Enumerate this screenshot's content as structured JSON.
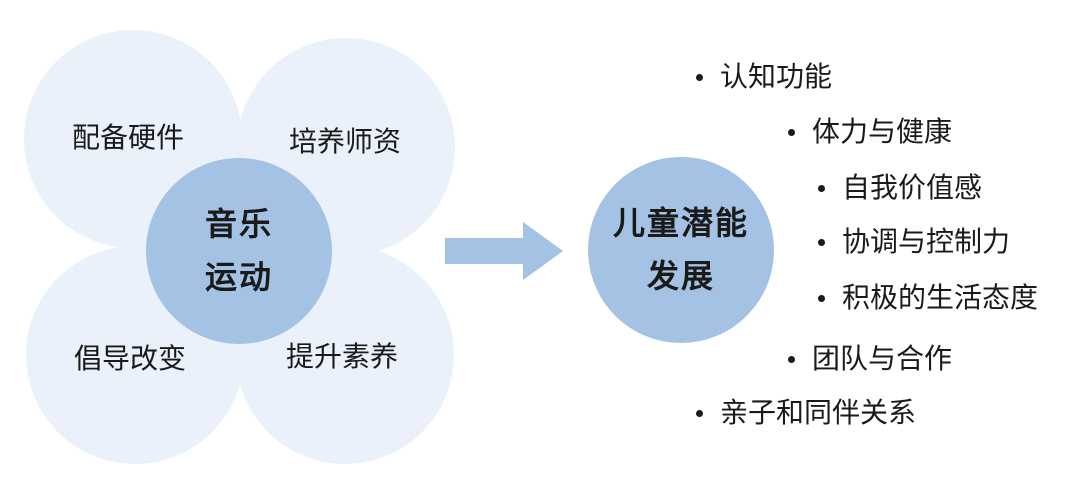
{
  "left_diagram": {
    "petals": [
      {
        "label": "配备硬件"
      },
      {
        "label": "培养师资"
      },
      {
        "label": "倡导改变"
      },
      {
        "label": "提升素养"
      }
    ],
    "center": {
      "line1": "音乐",
      "line2": "运动"
    }
  },
  "target": {
    "line1": "儿童潜能",
    "line2": "发展"
  },
  "outcomes": [
    "认知功能",
    "体力与健康",
    "自我价值感",
    "协调与控制力",
    "积极的生活态度",
    "团队与合作",
    "亲子和同伴关系"
  ],
  "colors": {
    "petal_fill": "#e9f0fa",
    "hub_fill": "#a4c2e4",
    "arrow_fill": "#a4c2e4",
    "text": "#1a1a1a"
  }
}
